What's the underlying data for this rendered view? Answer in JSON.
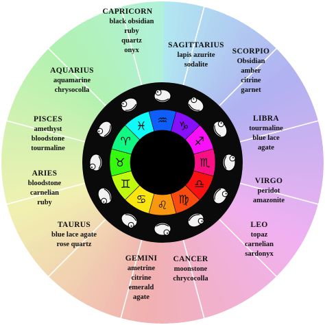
{
  "signs": [
    {
      "name": "CAPRICORN",
      "stones": [
        "black obsidian",
        "ruby",
        "quartz",
        "onyx"
      ],
      "symbol": "♑",
      "animal": "goat-icon"
    },
    {
      "name": "SAGITTARIUS",
      "stones": [
        "lapis azurite",
        "sodalite"
      ],
      "symbol": "♐",
      "animal": "archer-icon"
    },
    {
      "name": "SCORPIO",
      "stones": [
        "Obsidian",
        "amber",
        "citrine",
        "garnet"
      ],
      "symbol": "♏",
      "animal": "scorpion-icon"
    },
    {
      "name": "LIBRA",
      "stones": [
        "tourmaline",
        "blue lace",
        "agate"
      ],
      "symbol": "♎",
      "animal": "scales-icon"
    },
    {
      "name": "VIRGO",
      "stones": [
        "peridot",
        "amazonite"
      ],
      "symbol": "♍",
      "animal": "maiden-icon"
    },
    {
      "name": "LEO",
      "stones": [
        "topaz",
        "carnelian",
        "sardonyx"
      ],
      "symbol": "♌",
      "animal": "lion-icon"
    },
    {
      "name": "CANCER",
      "stones": [
        "moonstone",
        "chrycocolla"
      ],
      "symbol": "♋",
      "animal": "crab-icon"
    },
    {
      "name": "GEMINI",
      "stones": [
        "ametrine",
        "citrine",
        "emerald",
        "agate"
      ],
      "symbol": "♊",
      "animal": "twins-icon"
    },
    {
      "name": "TAURUS",
      "stones": [
        "blue lace agate",
        "rose quartz"
      ],
      "symbol": "♉",
      "animal": "bull-icon"
    },
    {
      "name": "ARIES",
      "stones": [
        "bloodstone",
        "carnelian",
        "ruby"
      ],
      "symbol": "♈",
      "animal": "ram-icon"
    },
    {
      "name": "PISCES",
      "stones": [
        "amethyst",
        "bloodstone",
        "tourmaline"
      ],
      "symbol": "♓",
      "animal": "fish-icon"
    },
    {
      "name": "AQUARIUS",
      "stones": [
        "aquamarine",
        "chrysocolla"
      ],
      "symbol": "♒",
      "animal": "water-bearer-icon"
    }
  ],
  "colors": {
    "background": "#ffffff",
    "divider": "#ffffff",
    "ring_dark": "#0a0a0a",
    "center": "#000000"
  }
}
